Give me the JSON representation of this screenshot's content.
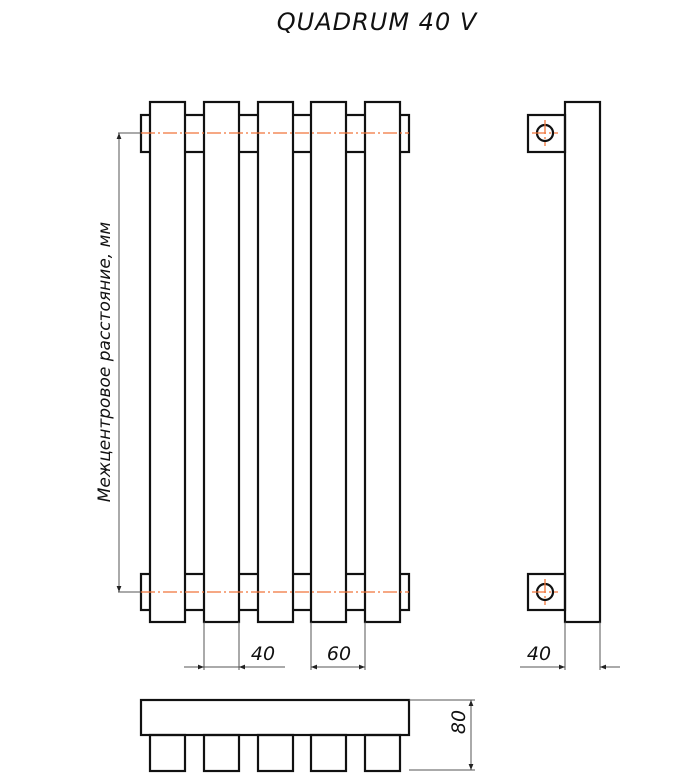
{
  "title": "QUADRUM 40 V",
  "vertical_label": "Межцентровое расстояние, мм",
  "dimensions": {
    "column_width": "40",
    "column_pitch": "60",
    "side_width": "40",
    "depth": "80"
  },
  "colors": {
    "line": "#111111",
    "centerline": "#f0753a",
    "dimension": "#555555"
  }
}
